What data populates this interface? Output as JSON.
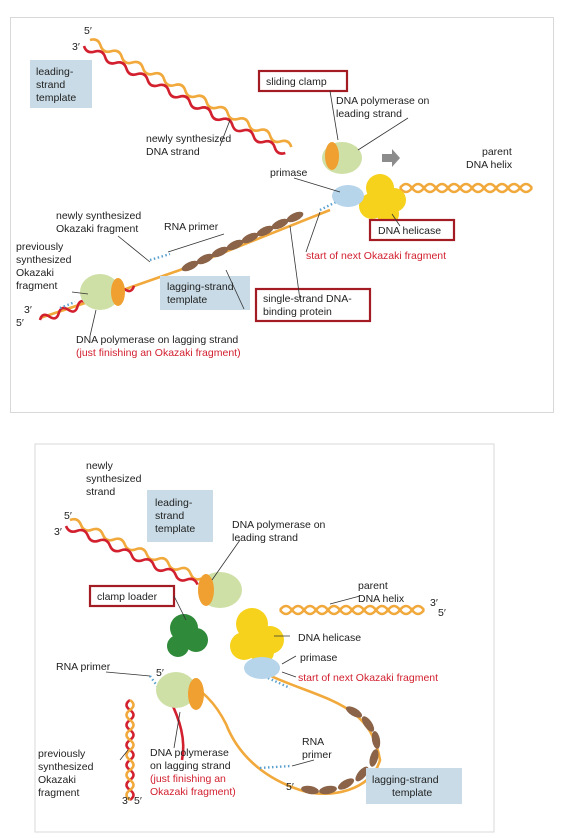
{
  "top": {
    "five_prime": "5′",
    "three_prime": "3′",
    "leading_template": [
      "leading-",
      "strand",
      "template"
    ],
    "newly_synth_dna": [
      "newly synthesized",
      "DNA strand"
    ],
    "sliding_clamp": "sliding clamp",
    "pol_leading": [
      "DNA polymerase on",
      "leading strand"
    ],
    "parent_helix": [
      "parent",
      "DNA helix"
    ],
    "primase": "primase",
    "newly_okazaki": [
      "newly synthesized",
      "Okazaki fragment"
    ],
    "rna_primer": "RNA primer",
    "dna_helicase": "DNA helicase",
    "start_next": "start of next Okazaki fragment",
    "prev_okazaki": [
      "previously",
      "synthesized",
      "Okazaki",
      "fragment"
    ],
    "lagging_template": [
      "lagging-strand",
      "template"
    ],
    "ssb": [
      "single-strand DNA-",
      "binding protein"
    ],
    "pol_lagging": "DNA polymerase on lagging strand",
    "just_finishing": "(just finishing an Okazaki fragment)",
    "five_prime_b": "5′",
    "three_prime_b": "3′"
  },
  "bottom": {
    "newly_strand": [
      "newly",
      "synthesized",
      "strand"
    ],
    "five_prime": "5′",
    "three_prime": "3′",
    "leading_template": [
      "leading-",
      "strand",
      "template"
    ],
    "pol_leading": [
      "DNA polymerase on",
      "leading strand"
    ],
    "parent_helix": [
      "parent",
      "DNA helix"
    ],
    "three_prime_r": "3′",
    "five_prime_r": "5′",
    "clamp_loader": "clamp loader",
    "dna_helicase": "DNA helicase",
    "primase": "primase",
    "rna_primer_1": "RNA primer",
    "five_prime_m": "5′",
    "start_next": "start of next Okazaki fragment",
    "rna_primer_2": [
      "RNA",
      "primer"
    ],
    "five_prime_l": "5′",
    "prev_okazaki": [
      "previously",
      "synthesized",
      "Okazaki",
      "fragment"
    ],
    "pol_lagging": [
      "DNA polymerase",
      "on lagging strand"
    ],
    "just_finishing": [
      "(just finishing an",
      "Okazaki fragment)"
    ],
    "lagging_template": [
      "lagging-strand",
      "template"
    ],
    "three_prime_b": "3′",
    "five_prime_b": "5′"
  },
  "colors": {
    "template_strand": "#f1a93c",
    "new_strand": "#d2202f",
    "rna_primer": "#5aa0cf",
    "polymerase": "#cfe0a6",
    "clamp": "#f0a030",
    "helicase": "#f6d21c",
    "primase": "#b6d4ea",
    "ssb": "#8a6348",
    "clamp_loader": "#2f8a3a",
    "highlight_box": "#a31c24",
    "label_box": "#c8dbe6"
  }
}
